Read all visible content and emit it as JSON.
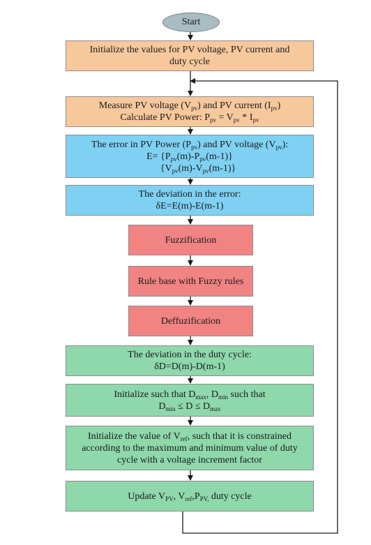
{
  "flowchart": {
    "start": "Start",
    "initialize": {
      "line1": "Initialize the values for PV voltage, PV current and",
      "line2": "duty cycle"
    },
    "measure": {
      "line1": {
        "a": "Measure PV voltage (V",
        "b": "pv",
        "c": ") and PV current (I",
        "d": "pv",
        "e": ")"
      },
      "line2": {
        "a": "Calculate PV Power: P",
        "b": "pv",
        "c": " = V",
        "d": "pv",
        "e": " * I",
        "f": "pv"
      }
    },
    "error": {
      "line1": {
        "a": "The error in PV Power (P",
        "b": "pv",
        "c": ") and PV voltage (V",
        "d": "pv",
        "e": "):"
      },
      "line2": {
        "a": "E= {P",
        "b": "pv",
        "c": "(m)-P",
        "d": "pv",
        "e": "(m-1)}"
      },
      "line3": {
        "a": "{V",
        "b": "pv",
        "c": "(m)-V",
        "d": "pv",
        "e": "(m-1)}"
      }
    },
    "deviation_error": {
      "line1": "The deviation in the error:",
      "line2": "δE=E(m)-E(m-1)"
    },
    "fuzzification": "Fuzzification",
    "rule_base": "Rule base with Fuzzy rules",
    "defuzzification": "Deffuzification",
    "deviation_duty": {
      "line1": "The deviation in the duty cycle:",
      "line2": "δD=D(m)-D(m-1)"
    },
    "bounds": {
      "line1": {
        "a": "Initialize such that D",
        "b": "max",
        "c": ", D",
        "d": "min",
        "e": " such that"
      },
      "line2": {
        "a": "D",
        "b": "min",
        "c": " ≤ D ≤ D",
        "d": "max"
      }
    },
    "vref": {
      "line1": {
        "a": "Initialize the value of V",
        "b": "ref",
        "c": ", such that it is constrained"
      },
      "line2": "according to the maximum and minimum value of duty",
      "line3": "cycle with a voltage increment factor"
    },
    "update": {
      "a": "Update V",
      "b": "PV",
      "c": ", V",
      "d": "ref",
      "e": ",P",
      "f": "PV,",
      "g": " duty cycle"
    }
  },
  "colors": {
    "start": "#a9bcc3",
    "initialization": "#f8c89d",
    "error_calc": "#7fd1f3",
    "fuzzy": "#f28383",
    "duty_update": "#8ed8ac",
    "connector": "#1a1a1a"
  }
}
